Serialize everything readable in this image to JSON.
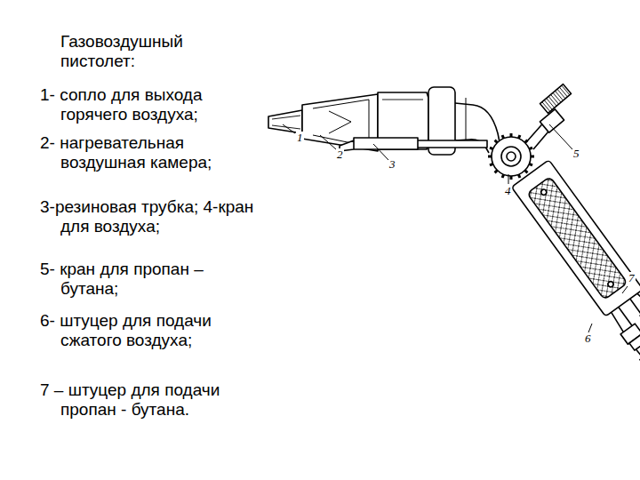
{
  "diagram": {
    "title": "Газовоздушный пистолет:",
    "labels": [
      "1- сопло для выхода горячего воздуха;",
      "2- нагревательная воздушная камера;",
      "3-резиновая трубка; 4-кран для воздуха;",
      "5- кран для пропан – бутана;",
      "6- штуцер для подачи сжатого воздуха;",
      "7 – штуцер для подачи пропан - бутана.",
      "1",
      "2",
      "3",
      "4",
      "5",
      "6",
      "7"
    ]
  }
}
